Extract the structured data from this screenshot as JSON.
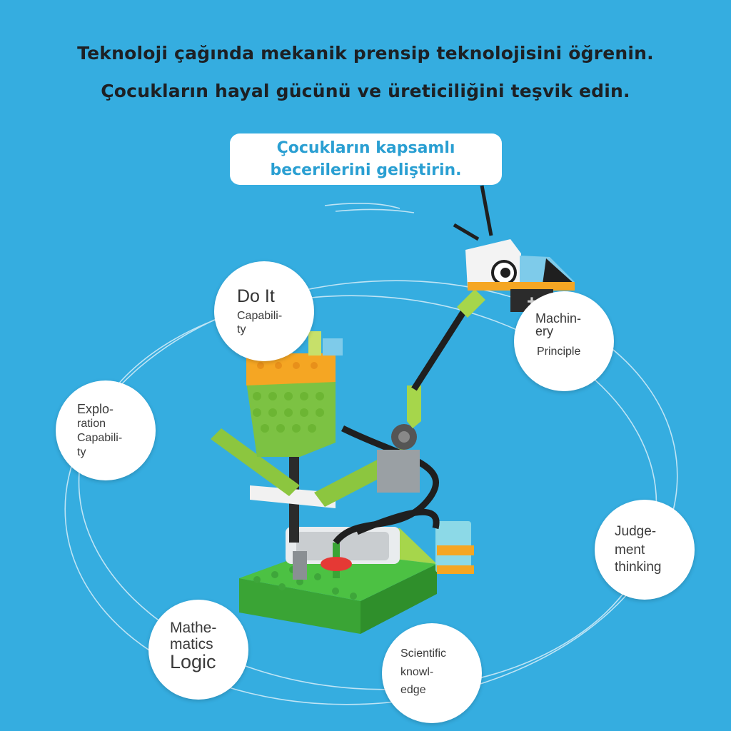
{
  "headline": {
    "line1": "Teknoloji çağında mekanik prensip teknolojisini öğrenin.",
    "line2": "Çocukların hayal gücünü ve üreticiliğini teşvik edin."
  },
  "callout": {
    "line1": "Çocukların kapsamlı",
    "line2": "becerilerini geliştirin."
  },
  "bubbles": {
    "do_it": [
      "Do It",
      "Capabili-",
      "ty"
    ],
    "machinery": [
      "Machin-",
      "ery",
      "Principle"
    ],
    "exploration": [
      "Explo-",
      "ration",
      "Capabili-",
      "ty"
    ],
    "judgement": [
      "Judge-",
      "ment",
      "thinking"
    ],
    "mathematics": [
      "Mathe-",
      "matics",
      "Logic"
    ],
    "scientific": [
      "Scientific",
      "knowl-",
      "edge"
    ]
  },
  "colors": {
    "background": "#35ade0",
    "callout_text": "#2a9fd2",
    "brick_green": "#8cc63f",
    "brick_dark_green": "#3aa435",
    "brick_orange": "#f5a623",
    "brick_light_blue": "#7ecbea"
  },
  "illustration": {
    "subject": "robotics-kit-flower-and-bird-model"
  }
}
